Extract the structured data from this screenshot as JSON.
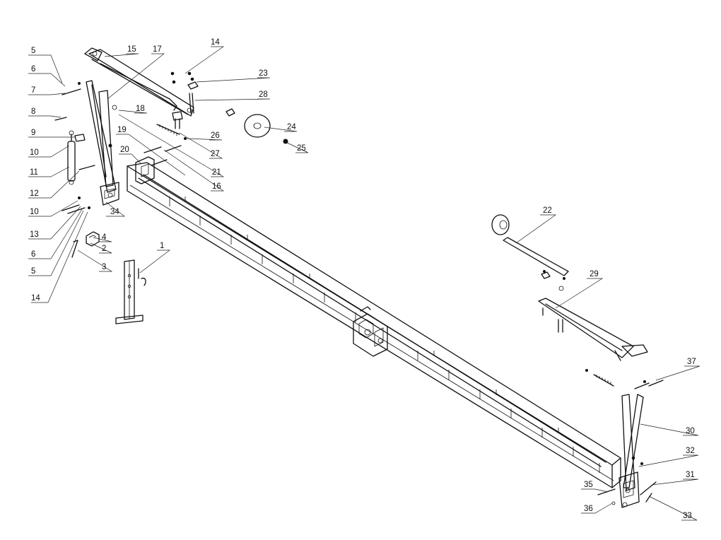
{
  "labels": {
    "l1": "1",
    "l2": "2",
    "l3": "3",
    "l4": "4",
    "l5a": "5",
    "l5b": "5",
    "l6a": "6",
    "l6b": "6",
    "l7": "7",
    "l8": "8",
    "l9": "9",
    "l10a": "10",
    "l10b": "10",
    "l11": "11",
    "l12": "12",
    "l13": "13",
    "l14a": "14",
    "l14b": "14",
    "l15": "15",
    "l16": "16",
    "l17": "17",
    "l18": "18",
    "l19": "19",
    "l20": "20",
    "l21": "21",
    "l22": "22",
    "l23": "23",
    "l24": "24",
    "l25": "25",
    "l26": "26",
    "l27": "27",
    "l28": "28",
    "l29": "29",
    "l30": "30",
    "l31": "31",
    "l32": "32",
    "l33": "33",
    "l34": "34",
    "l35": "35",
    "l36": "36",
    "l37": "37"
  },
  "colors": {
    "line": "#111111",
    "background": "#ffffff"
  }
}
